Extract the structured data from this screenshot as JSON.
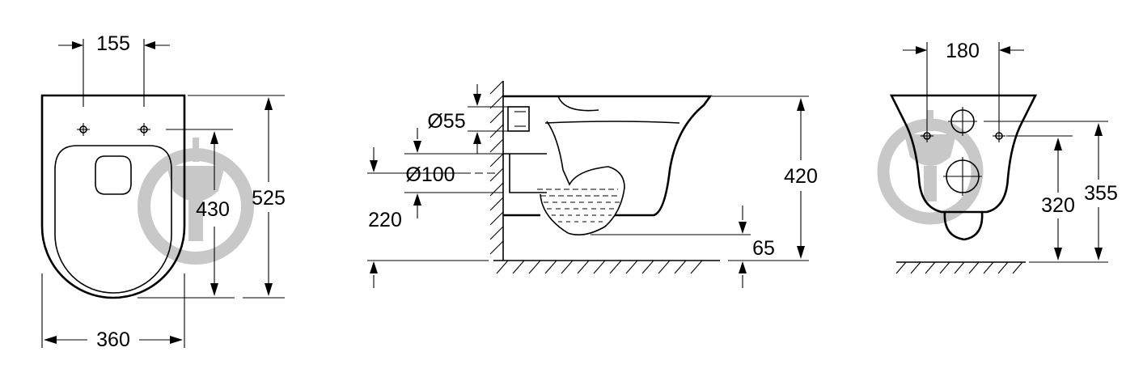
{
  "front_view": {
    "dims": {
      "fixing_spacing": "155",
      "height_fixing": "430",
      "length": "525",
      "width": "360"
    }
  },
  "side_view": {
    "dims": {
      "inlet_diameter": "Ø55",
      "outlet_diameter": "Ø100",
      "outlet_height": "220",
      "total_height": "420",
      "trap_clearance": "65"
    }
  },
  "rear_view": {
    "dims": {
      "fixing_spacing": "180",
      "fixing_height": "320",
      "top_height": "355"
    }
  },
  "colors": {
    "line": "#000000",
    "watermark": "#c8c8c8"
  }
}
